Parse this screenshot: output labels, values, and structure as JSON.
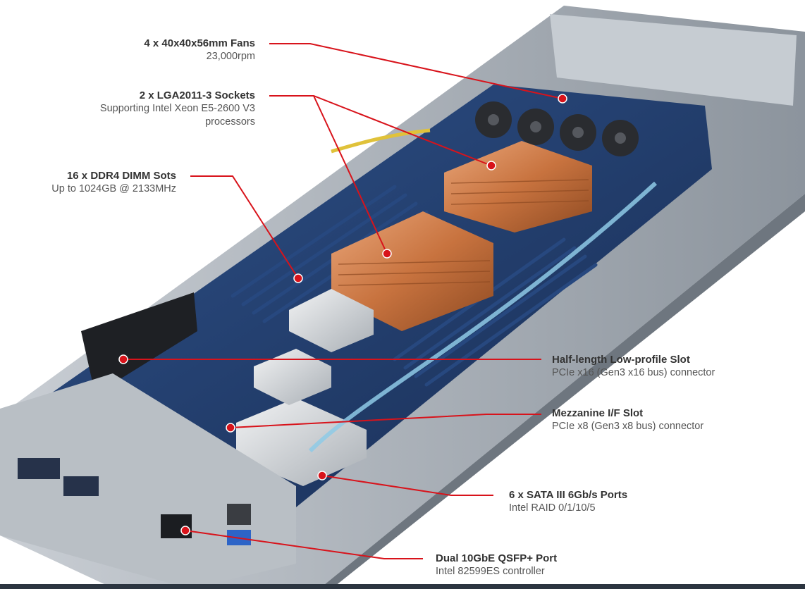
{
  "colors": {
    "leader_line": "#d8131b",
    "copper": "#c8733f",
    "chassis": "#9aa3ad",
    "board": "#1f3a66",
    "dimm_slot": "#27487f",
    "title_text": "#333333",
    "sub_text": "#555555",
    "bottom_bar": "#2c3540"
  },
  "callouts": [
    {
      "id": "fans",
      "title": "4 x 40x40x56mm Fans",
      "lines": [
        "23,000rpm"
      ]
    },
    {
      "id": "sockets",
      "title": "2 x LGA2011-3 Sockets",
      "lines": [
        "Supporting Intel Xeon E5-2600 V3",
        "processors"
      ]
    },
    {
      "id": "dimm",
      "title": "16 x DDR4 DIMM Sots",
      "lines": [
        "Up to 1024GB @ 2133MHz"
      ]
    },
    {
      "id": "pcie",
      "title": "Half-length Low-profile Slot",
      "lines": [
        "PCIe x16 (Gen3 x16 bus) connector"
      ]
    },
    {
      "id": "mezz",
      "title": "Mezzanine I/F Slot",
      "lines": [
        "PCIe x8 (Gen3 x8 bus) connector"
      ]
    },
    {
      "id": "sata",
      "title": "6 x SATA III 6Gb/s Ports",
      "lines": [
        "Intel RAID 0/1/10/5"
      ]
    },
    {
      "id": "qsfp",
      "title": "Dual 10GbE QSFP+ Port",
      "lines": [
        "Intel 82599ES controller"
      ]
    }
  ]
}
